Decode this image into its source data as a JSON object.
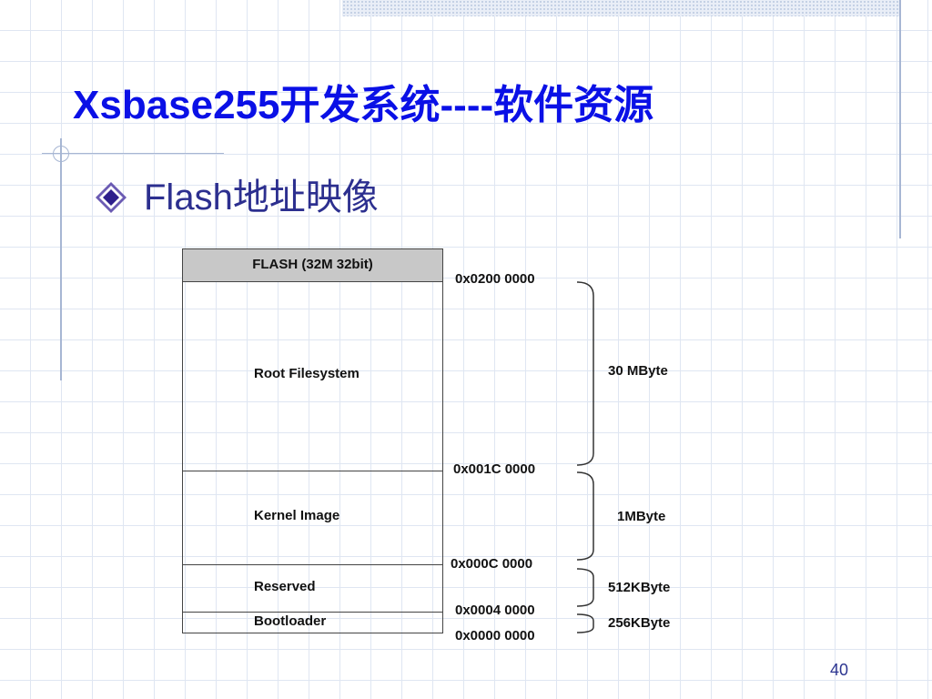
{
  "slide": {
    "title": "Xsbase255开发系统----软件资源",
    "bullet": {
      "icon": "diamond-bullet-icon",
      "text": "Flash地址映像"
    },
    "page_number": "40",
    "colors": {
      "title": "#0a10e6",
      "bullet_text": "#2c2f8f",
      "header_fill": "#c8c8c8",
      "grid": "#dfe6f2",
      "accent_line": "#a7b6d3"
    }
  },
  "flash_map": {
    "header": "FLASH (32M 32bit)",
    "regions": [
      {
        "label": "Root Filesystem",
        "size": "30 MByte"
      },
      {
        "label": "Kernel Image",
        "size": "1MByte"
      },
      {
        "label": "Reserved",
        "size": "512KByte"
      },
      {
        "label": "Bootloader",
        "size": "256KByte"
      }
    ],
    "addresses": [
      "0x0200 0000",
      "0x001C 0000",
      "0x000C  0000",
      "0x0004 0000",
      "0x0000 0000"
    ]
  }
}
